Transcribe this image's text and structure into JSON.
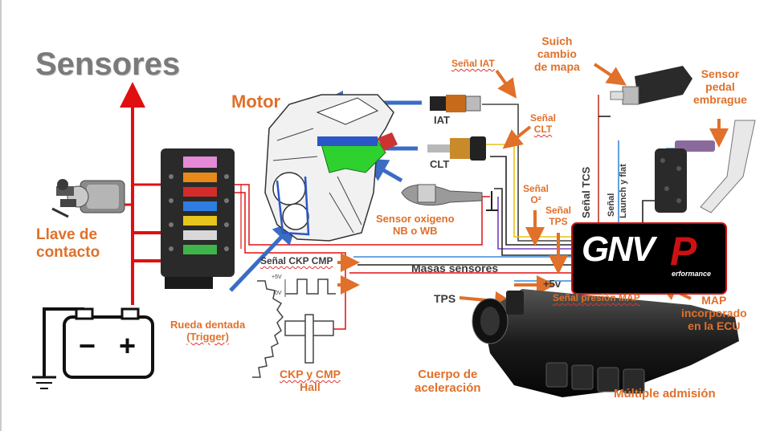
{
  "title": "Sensores",
  "labels": {
    "motor": "Motor",
    "llave_l1": "Llave de",
    "llave_l2": "contacto",
    "iat": "IAT",
    "clt": "CLT",
    "senal_iat": "Señal IAT",
    "senal_clt_l1": "Señal",
    "senal_clt_l2": "CLT",
    "sensor_ox_l1": "Sensor oxigeno",
    "sensor_ox_l2": "NB o WB",
    "senal_o2_l1": "Señal",
    "senal_o2_l2": "O²",
    "senal_tps_l1": "Señal",
    "senal_tps_l2": "TPS",
    "senal_tcs": "Señal TCS",
    "senal_launch_l1": "Señal",
    "senal_launch_l2": "Launch y flat",
    "suich_l1": "Suich",
    "suich_l2": "cambio",
    "suich_l3": "de mapa",
    "pedal_l1": "Sensor",
    "pedal_l2": "pedal",
    "pedal_l3": "embrague",
    "senal_ckp_cmp": "Señal CKP CMP",
    "masas": "Masas sensores",
    "plus5v": "+5v",
    "tps": "TPS",
    "senal_map": "Señal presión MAP",
    "map_l1": "MAP",
    "map_l2": "incorporado",
    "map_l3": "en la ECU",
    "rueda_l1": "Rueda dentada",
    "rueda_l2": "(Trigger)",
    "ckp_l1": "CKP y CMP",
    "ckp_l2": "Hall",
    "cuerpo_l1": "Cuerpo de",
    "cuerpo_l2": "aceleración",
    "multiple": "Múltiple admisión",
    "wave_5v": "+5V",
    "wave_0v": "0V"
  },
  "ecu": {
    "logo": "GNV",
    "logo_p": "P",
    "sub": "erformance"
  },
  "battery": {
    "minus": "−",
    "plus": "+"
  },
  "colors": {
    "red_wire": "#e01010",
    "orange_arrow": "#e0702a",
    "blue_arrow": "#3b6cc4",
    "label": "#3b3b3b",
    "title": "#7a7a7a",
    "ecu_bg": "#000000",
    "ecu_red": "#cc1111",
    "engine_green": "#2fd12f"
  }
}
